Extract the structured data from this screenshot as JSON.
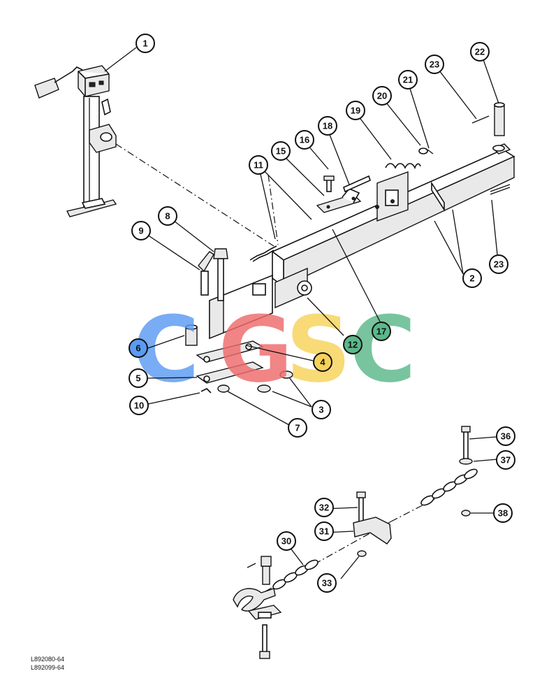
{
  "callouts": [
    {
      "label": "1",
      "highlight": ""
    },
    {
      "label": "2",
      "highlight": ""
    },
    {
      "label": "3",
      "highlight": ""
    },
    {
      "label": "4",
      "highlight": "yellow"
    },
    {
      "label": "5",
      "highlight": ""
    },
    {
      "label": "6",
      "highlight": "blue"
    },
    {
      "label": "7",
      "highlight": ""
    },
    {
      "label": "8",
      "highlight": ""
    },
    {
      "label": "9",
      "highlight": ""
    },
    {
      "label": "10",
      "highlight": ""
    },
    {
      "label": "11",
      "highlight": ""
    },
    {
      "label": "12",
      "highlight": "green"
    },
    {
      "label": "15",
      "highlight": ""
    },
    {
      "label": "16",
      "highlight": ""
    },
    {
      "label": "17",
      "highlight": "green"
    },
    {
      "label": "18",
      "highlight": ""
    },
    {
      "label": "19",
      "highlight": ""
    },
    {
      "label": "20",
      "highlight": ""
    },
    {
      "label": "21",
      "highlight": ""
    },
    {
      "label": "22",
      "highlight": ""
    },
    {
      "label": "23",
      "highlight": ""
    },
    {
      "label": "23",
      "highlight": ""
    },
    {
      "label": "30",
      "highlight": ""
    },
    {
      "label": "31",
      "highlight": ""
    },
    {
      "label": "32",
      "highlight": ""
    },
    {
      "label": "33",
      "highlight": ""
    },
    {
      "label": "36",
      "highlight": ""
    },
    {
      "label": "37",
      "highlight": ""
    },
    {
      "label": "38",
      "highlight": ""
    }
  ],
  "codes": [
    "L892080-64",
    "L892099-64"
  ],
  "watermark": {
    "letters": [
      "C",
      "G",
      "S",
      "C"
    ],
    "colors": [
      "#5b9bf2",
      "#ef6b6b",
      "#f7d25a",
      "#5bb88a"
    ]
  },
  "colors": {
    "ink": "#111111",
    "blue": "#5b9bf2",
    "yellow": "#f7d25a",
    "green": "#5bb88a"
  }
}
